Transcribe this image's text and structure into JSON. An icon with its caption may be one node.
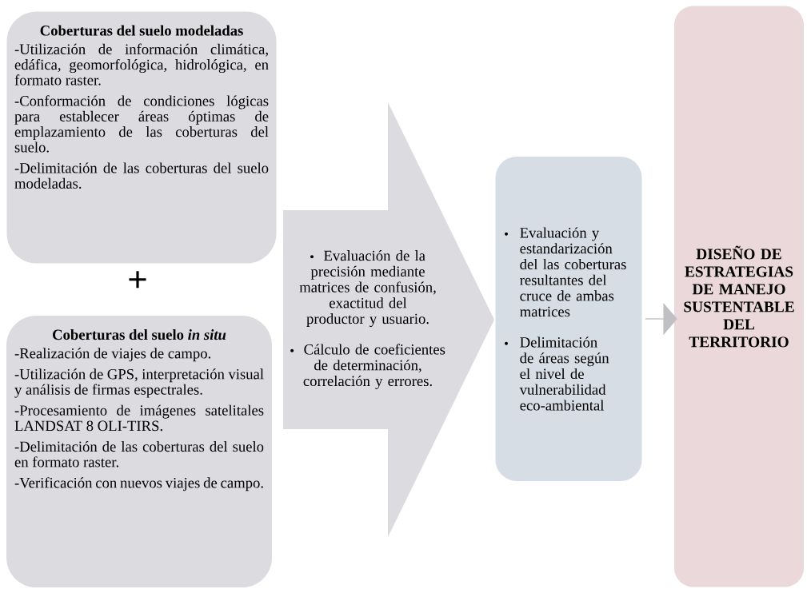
{
  "diagram": {
    "nodes": [
      {
        "text": [
          "Coberturas del suelo modeladas",
          "-Utilización de información climática, edáfica, geomorfológica, hidrológica, en formato raster.",
          "-Conformación de condiciones lógicas para establecer áreas óptimas de emplazamiento de las coberturas del suelo.",
          "-Delimitación de las coberturas del suelo modeladas."
        ]
      },
      {
        "text": [
          "Coberturas del suelo *in situ*",
          "-Realización de viajes de campo.",
          "-Utilización de GPS, interpretación visual y análisis de firmas espectrales.",
          "-Procesamiento de imágenes satelitales LANDSAT 8 OLI-TIRS.",
          "-Delimitación de las coberturas del suelo en formato raster.",
          "-Verificación con nuevos viajes de campo."
        ]
      },
      {
        "text": [
          "Evaluación de la precisión mediante matrices de confusión, exactitud del productor y usuario.",
          "Cálculo de coeficientes de determinación, correlación y errores."
        ]
      },
      {
        "text": [
          "Evaluación y estandarización del las coberturas resultantes del cruce de ambas matrices",
          "Delimitación de áreas según el nivel de vulnerabilidad eco-ambiental"
        ]
      },
      {
        "text": [
          "DISEÑO DE ESTRATEGIAS DE MANEJO SUSTENTABLE DEL TERRITORIO"
        ]
      }
    ],
    "edges": [
      {
        "from": 3,
        "to": 4,
        "arrow": "to",
        "color": "#bfbfc4"
      }
    ],
    "labels": [
      "+"
    ]
  }
}
